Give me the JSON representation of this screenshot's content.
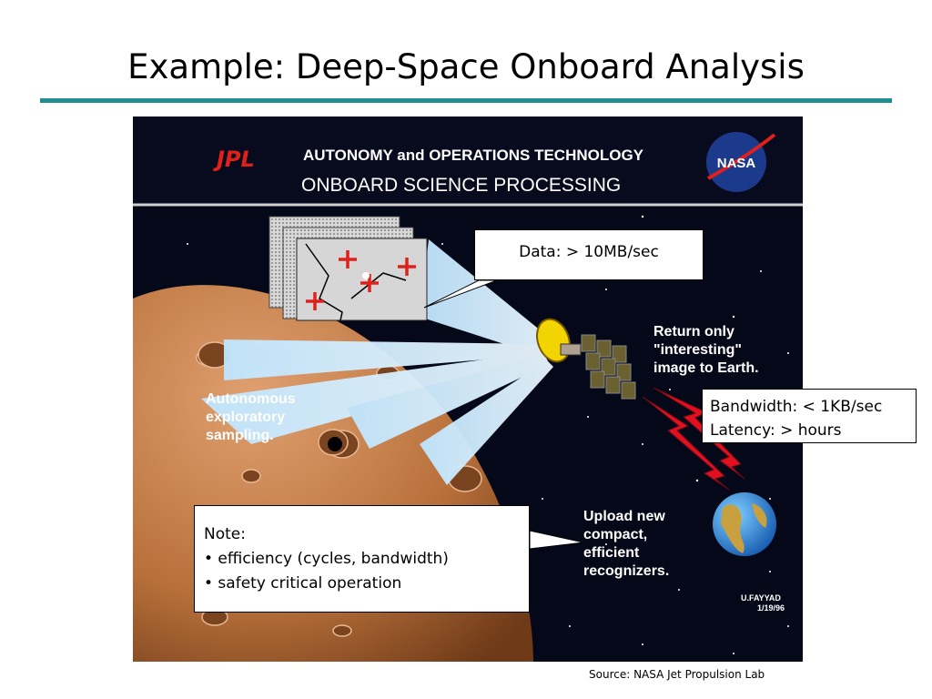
{
  "slide": {
    "title": "Example: Deep-Space Onboard Analysis",
    "source": "Source: NASA Jet Propulsion Lab"
  },
  "figure": {
    "header_line1": "AUTONOMY and OPERATIONS TECHNOLOGY",
    "header_line2": "ONBOARD SCIENCE PROCESSING",
    "logo_left": "JPL",
    "logo_right": "NASA",
    "label_return": [
      "Return only",
      "\"interesting\"",
      "image to Earth."
    ],
    "label_autonomous": [
      "Autonomous",
      "exploratory",
      "sampling."
    ],
    "label_upload": [
      "Upload new",
      "compact,",
      "efficient",
      "recognizers."
    ],
    "signature": [
      "U.FAYYAD",
      "1/19/96"
    ],
    "colors": {
      "space": "#050818",
      "planet": "#b8703a",
      "beam": "#bfe6ff",
      "bolt": "#e01020",
      "jpl_red": "#e0201a",
      "nasa_blue": "#1b3a8c"
    }
  },
  "callouts": {
    "data": "Data: > 10MB/sec",
    "bandwidth": "Bandwidth: < 1KB/sec",
    "latency": "Latency: > hours",
    "note_title": "Note:",
    "note_items": [
      "• efficiency (cycles, bandwidth)",
      "• safety critical operation"
    ]
  }
}
